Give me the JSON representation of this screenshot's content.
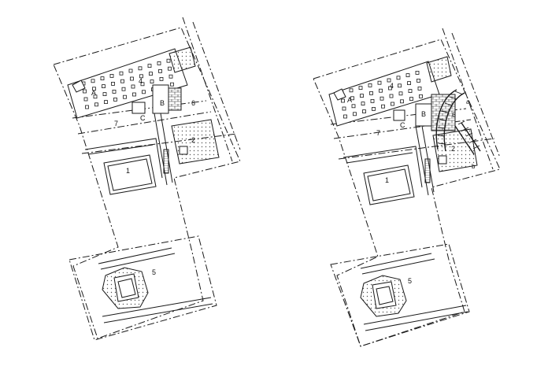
{
  "figure": {
    "stroke": "#1a1a1a",
    "hatch": "#555555",
    "background": "#ffffff"
  },
  "plans": [
    {
      "id": "left",
      "labels": {
        "area_1": "1",
        "area_2": "2",
        "area_4": "4",
        "area_5": "5",
        "area_6": "6",
        "area_7": "7",
        "room_a": "A",
        "room_b": "B",
        "room_c": "C"
      }
    },
    {
      "id": "right",
      "labels": {
        "area_1": "1",
        "area_2": "2",
        "area_4": "4",
        "area_5": "5",
        "area_6": "6",
        "area_7": "7",
        "room_a": "A",
        "room_b": "B",
        "room_c": "C",
        "point_a": "a",
        "point_b": "b"
      }
    }
  ]
}
